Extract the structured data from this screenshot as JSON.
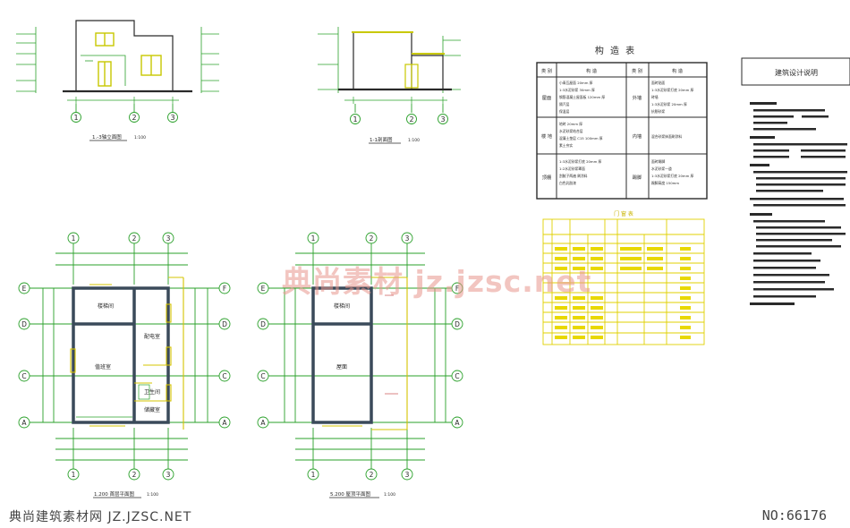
{
  "drawings": {
    "elevation": {
      "title": "1.-3轴立面图",
      "scale": "1:100"
    },
    "section": {
      "title": "1-1剖面图",
      "scale": "1:100"
    },
    "plan1": {
      "title": "1.200 首层平面图",
      "scale": "1:100"
    },
    "plan2": {
      "title": "5.200 屋顶平面图",
      "scale": "1:100"
    }
  },
  "axes": {
    "columns": [
      "1",
      "2",
      "3"
    ],
    "rows_left": [
      "E",
      "D",
      "C",
      "A"
    ],
    "rows_right": [
      "F",
      "D",
      "C",
      "A"
    ]
  },
  "rooms": {
    "stair": "楼梯间",
    "main": "值班室",
    "side": "配电室",
    "wc": "卫生间",
    "store": "储藏室",
    "roof": "屋面"
  },
  "construction_table": {
    "title": "构 造 表",
    "headers": [
      "类 别",
      "构 造",
      "类 别",
      "构 造"
    ],
    "rows": [
      {
        "left_label": "屋面",
        "left_text": [
          "小青瓦屋面 20mm 厚",
          "1:3水泥砂浆 30mm 厚",
          "钢筋混凝土屋面板 120mm 厚",
          "隔汽层",
          "保温层"
        ],
        "right_label": "外墙",
        "right_text": [
          "面砖贴面",
          "1:3水泥砂浆打底 20mm 厚",
          "砖墙",
          "1:3水泥砂浆 20mm 厚",
          "抗裂砂浆"
        ]
      },
      {
        "left_label": "楼 地",
        "left_text": [
          "地砖 20mm 厚",
          "水泥砂浆结合层",
          "混凝土垫层 C15 100mm 厚",
          "素土夯实"
        ],
        "right_label": "内墙",
        "right_text": [
          "混合砂浆抹面刷涂料"
        ]
      },
      {
        "left_label": "顶棚",
        "left_text": [
          "1:3水泥砂浆打底 20mm 厚",
          "1:2水泥砂浆罩面",
          "刮腻子两遍 刷涂料",
          "白色乳胶漆"
        ],
        "right_label": "踢脚",
        "right_text": [
          "面砖踢脚",
          "水泥砂浆一道",
          "1:3水泥砂浆打底 20mm 厚",
          "踢脚高度 150mm"
        ]
      }
    ]
  },
  "door_window_table": {
    "title": "门 窗 表"
  },
  "notes": {
    "title": "建筑设计说明"
  },
  "watermark": "典尚素材 jz.jzsc.net",
  "footer": {
    "left": "典尚建筑素材网 JZ.JZSC.NET",
    "right": "NO:66176"
  }
}
